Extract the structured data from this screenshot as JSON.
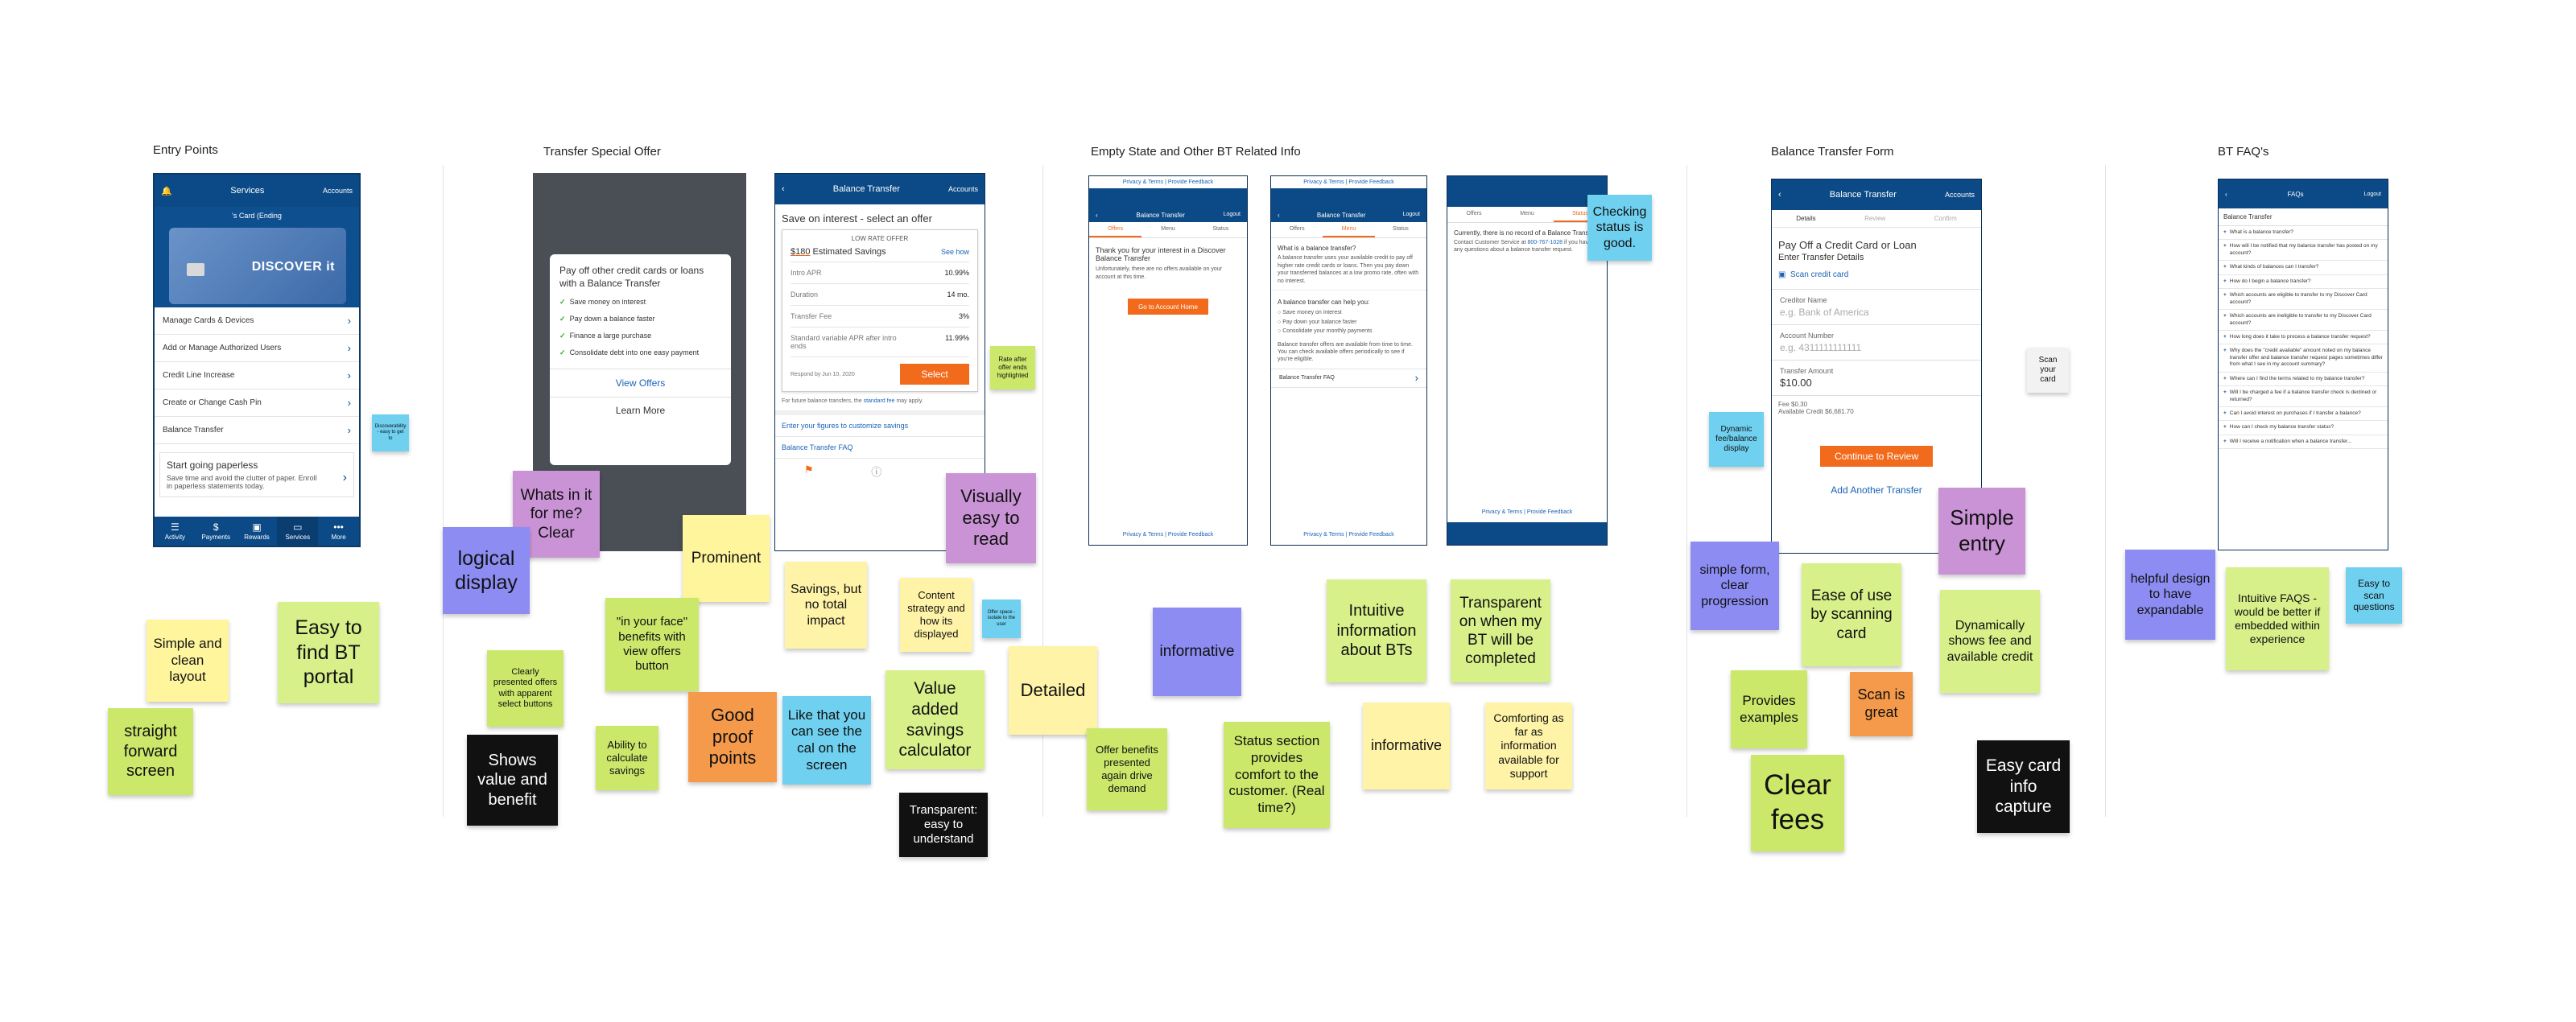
{
  "sections": [
    {
      "title": "Entry Points"
    },
    {
      "title": "Transfer Special Offer"
    },
    {
      "title": "Empty State and Other BT Related Info"
    },
    {
      "title": "Balance Transfer Form"
    },
    {
      "title": "BT FAQ's"
    }
  ],
  "entry_screen": {
    "header_title": "Services",
    "header_right": "Accounts",
    "card_label": "'s Card (Ending",
    "brand": "DISCOVER it",
    "menu": [
      "Manage Cards & Devices",
      "Add or Manage Authorized Users",
      "Credit Line Increase",
      "Create or Change Cash Pin",
      "Balance Transfer"
    ],
    "paperless_title": "Start going paperless",
    "paperless_text": "Save time and avoid the clutter of paper. Enroll in paperless statements today.",
    "nav": [
      "Activity",
      "Payments",
      "Rewards",
      "Services",
      "More"
    ]
  },
  "offer_modal": {
    "heading": "Pay off other credit cards or loans with a Balance Transfer",
    "benefits": [
      "Save money on interest",
      "Pay down a balance faster",
      "Finance a large purchase",
      "Consolidate debt into one easy payment"
    ],
    "view_offers": "View Offers",
    "learn_more": "Learn More"
  },
  "offer_select": {
    "header_title": "Balance Transfer",
    "header_right": "Accounts",
    "title": "Save on interest - select an offer",
    "box_label": "LOW RATE OFFER",
    "savings_amount": "$180",
    "savings_label": "Estimated Savings",
    "see_how": "See how",
    "rows": [
      {
        "label": "Intro APR",
        "value": "10.99%"
      },
      {
        "label": "Duration",
        "value": "14 mo."
      },
      {
        "label": "Transfer Fee",
        "value": "3%"
      },
      {
        "label": "Standard variable APR after intro ends",
        "value": "11.99%"
      }
    ],
    "respond_by": "Respond by Jun 10, 2020",
    "select": "Select",
    "future_note_pre": "For future balance transfers, the",
    "future_note_link": "standard fee",
    "future_note_post": "may apply.",
    "customize_link": "Enter your figures to customize savings",
    "faq_link": "Balance Transfer FAQ"
  },
  "empty_screen": {
    "top_links": "Privacy & Terms | Provide Feedback",
    "header_title": "Balance Transfer",
    "header_right": "Logout",
    "tabs": [
      "Offers",
      "Menu",
      "Status"
    ],
    "thanks": "Thank you for your interest in a Discover Balance Transfer",
    "empty_text": "Unfortunately, there are no offers available on your account at this time.",
    "button": "Go to Account Home",
    "bottom_links": "Privacy & Terms | Provide Feedback"
  },
  "info_screen": {
    "top_links": "Privacy & Terms | Provide Feedback",
    "header_title": "Balance Transfer",
    "header_right": "Logout",
    "tabs": [
      "Offers",
      "Menu",
      "Status"
    ],
    "q1": "What is a balance transfer?",
    "a1": "A balance transfer uses your available credit to pay off higher rate credit cards or loans. Then you pay down your transferred balances at a low promo rate, often with no interest.",
    "q2": "A balance transfer can help you:",
    "bullets": [
      "Save money on interest",
      "Pay down your balance faster",
      "Consolidate your monthly payments"
    ],
    "a2": "Balance transfer offers are available from time to time. You can check available offers periodically to see if you're eligible.",
    "faq_row": "Balance Transfer FAQ",
    "bottom_links": "Privacy & Terms | Provide Feedback"
  },
  "status_screen": {
    "tabs": [
      "Offers",
      "Menu",
      "Status"
    ],
    "no_record": "Currently, there is no record of a Balance Transfer",
    "contact_pre": "Contact Customer Service at",
    "phone": "800-767-1028",
    "contact_post": "if you have any questions about a balance transfer request.",
    "bottom_links": "Privacy & Terms | Provide Feedback"
  },
  "form_screen": {
    "header_title": "Balance Transfer",
    "header_right": "Accounts",
    "steps": [
      "Details",
      "Review",
      "Confirm"
    ],
    "title": "Pay Off a Credit Card or Loan",
    "subtitle": "Enter Transfer Details",
    "scan": "Scan credit card",
    "creditor_label": "Creditor Name",
    "creditor_placeholder": "e.g. Bank of America",
    "account_label": "Account Number",
    "account_placeholder": "e.g. 4311111111111",
    "amount_label": "Transfer Amount",
    "amount_value": "$10.00",
    "fee": "Fee $0.30",
    "available": "Available Credit $6,681.70",
    "continue": "Continue to Review",
    "add_another": "Add Another Transfer"
  },
  "faq_screen": {
    "header_title": "FAQs",
    "header_right": "Logout",
    "section": "Balance Transfer",
    "items": [
      "What is a balance transfer?",
      "How will I be notified that my balance transfer has posted on my account?",
      "What kinds of balances can I transfer?",
      "How do I begin a balance transfer?",
      "Which accounts are eligible to transfer to my Discover Card account?",
      "Which accounts are ineligible to transfer to my Discover Card account?",
      "How long does it take to process a balance transfer request?",
      "Why does the \"credit available\" amount noted on my balance transfer offer and balance transfer request pages sometimes differ from what I see in my account summary?",
      "Where can I find the terms related to my balance transfer?",
      "Will I be charged a fee if a balance transfer check is declined or returned?",
      "Can I avoid interest on purchases if I transfer a balance?",
      "How can I check my balance transfer status?",
      "Will I receive a notification when a balance transfer..."
    ]
  },
  "stickies": {
    "entry_small": "Discoverability - easy to get to",
    "simple_clean": "Simple and clean layout",
    "easy_find": "Easy to find BT portal",
    "straight": "straight forward screen",
    "whats_in": "Whats in it for me? Clear",
    "logical": "logical display",
    "prominent": "Prominent",
    "clearly_presented": "Clearly presented offers with apparent select buttons",
    "in_your_face": "\"in your face\" benefits with view offers button",
    "savings_impact": "Savings, but no total impact",
    "content_strategy": "Content strategy and how its displayed",
    "offer_space": "Offer space - isolate to the user",
    "visually_easy": "Visually easy to read",
    "rate_after": "Rate after offer ends highlighted",
    "shows_value": "Shows value and benefit",
    "ability_calc": "Ability to calculate savings",
    "good_proof": "Good proof points",
    "like_that": "Like that you can see the cal on the screen",
    "value_added": "Value added savings calculator",
    "detailed": "Detailed",
    "transparent_easy": "Transparent: easy to understand",
    "informative1": "informative",
    "intuitive_info": "Intuitive information about BTs",
    "transparent_when": "Transparent on when my BT will be completed",
    "checking_status": "Checking status is good.",
    "offer_benefits": "Offer benefits presented again drive demand",
    "status_section": "Status section provides comfort to the customer. (Real time?)",
    "informative2": "informative",
    "comforting": "Comforting as far as information available for support",
    "dynamic_fee": "Dynamic fee/balance display",
    "scan_your_card": "Scan your card",
    "simple_entry": "Simple entry",
    "simple_form": "simple form, clear progression",
    "ease_of_use": "Ease of use by scanning card",
    "dynamically": "Dynamically shows fee and available credit",
    "provides_examples": "Provides examples",
    "scan_great": "Scan is great",
    "clear_fees": "Clear fees",
    "easy_card": "Easy card info capture",
    "helpful_design": "helpful design to have expandable",
    "intuitive_faqs": "Intuitive FAQS - would be better if embedded within experience",
    "easy_scan_q": "Easy to scan questions"
  },
  "colors": {
    "brand_blue": "#0b4a86",
    "accent_orange": "#f26b1d"
  }
}
